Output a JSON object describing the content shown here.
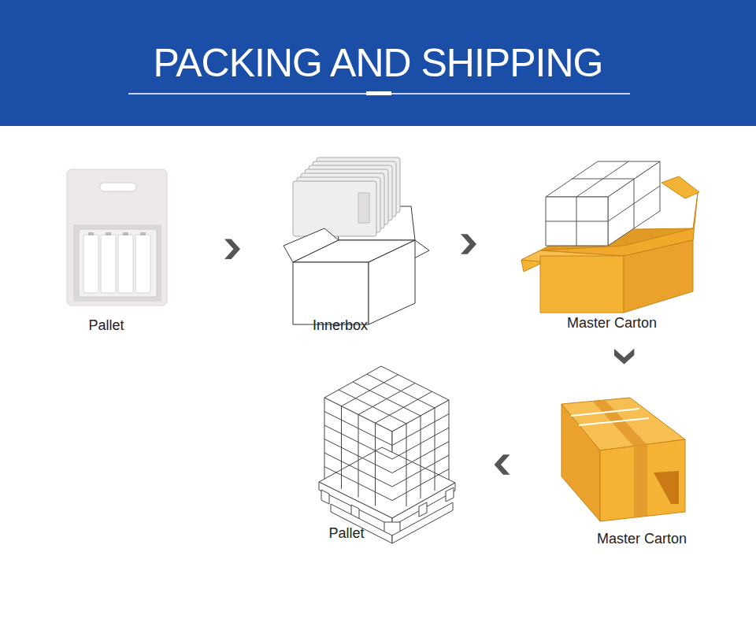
{
  "diagram": {
    "title": "PACKING AND SHIPPING",
    "nodes": [
      {
        "text": [
          "Pallet"
        ]
      },
      {
        "text": [
          "Innerbox"
        ]
      },
      {
        "text": [
          "Master Carton"
        ]
      },
      {
        "text": [
          "Master Carton"
        ]
      },
      {
        "text": [
          "Pallet"
        ]
      }
    ],
    "edges": [
      {
        "from": 0,
        "to": 1,
        "arrow": "to"
      },
      {
        "from": 1,
        "to": 2,
        "arrow": "to"
      },
      {
        "from": 2,
        "to": 3,
        "arrow": "to"
      },
      {
        "from": 3,
        "to": 4,
        "arrow": "to"
      }
    ]
  }
}
